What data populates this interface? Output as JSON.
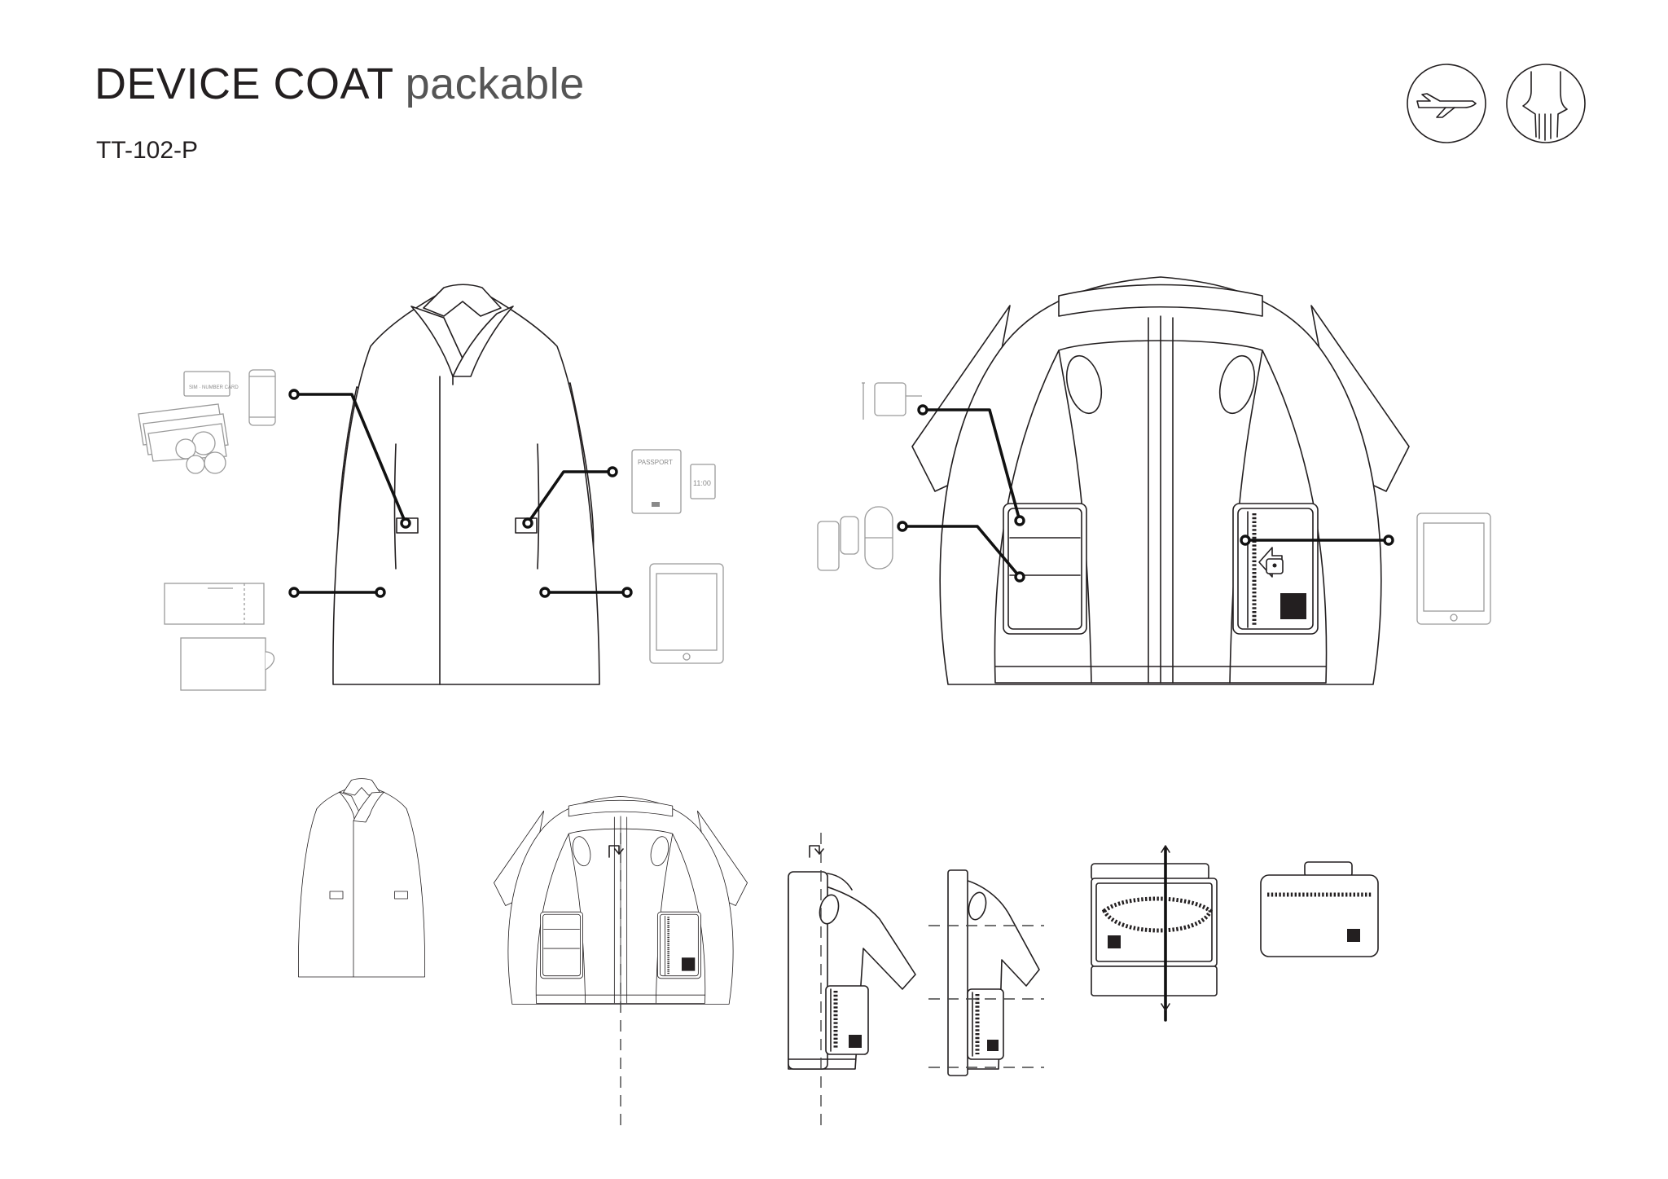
{
  "header": {
    "title": "DEVICE COAT",
    "subtitle": "packable",
    "model": "TT-102-P"
  },
  "icons": [
    {
      "name": "airplane-icon"
    },
    {
      "name": "hand-icon"
    }
  ],
  "labels": {
    "passport": "PASSPORT",
    "clock": "11:00",
    "sim": "SIM · NUMBER CARD"
  },
  "colors": {
    "line": "#231f20",
    "leader": "#111111",
    "item_gray": "#9a9a9a"
  }
}
